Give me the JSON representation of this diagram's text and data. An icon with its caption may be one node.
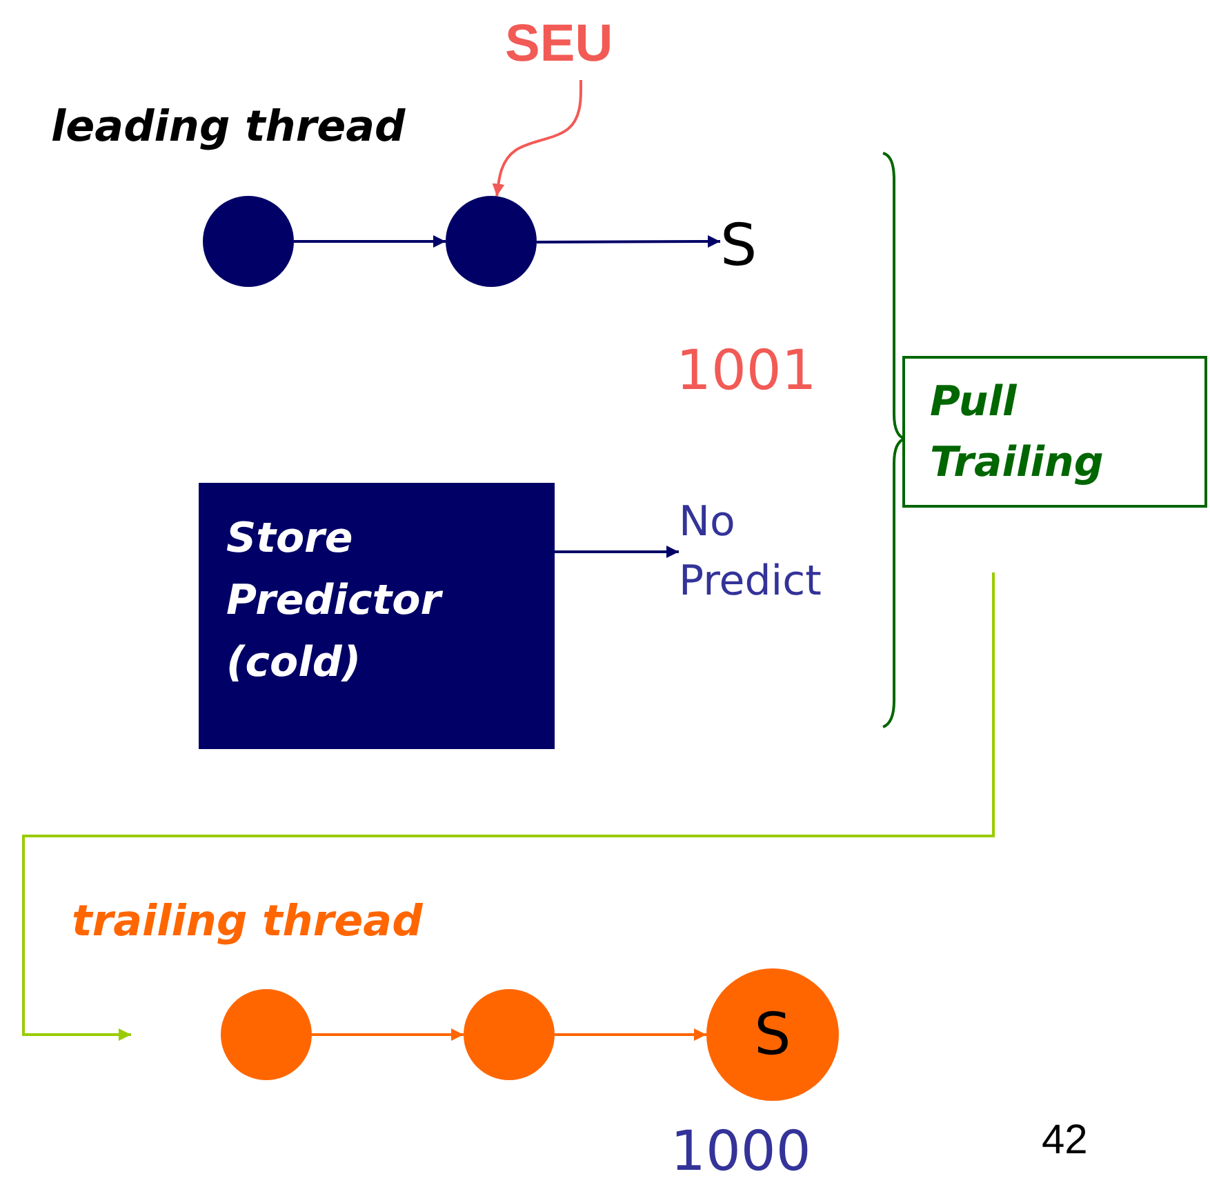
{
  "diagram": {
    "nodes": [
      {
        "text": [],
        "shape": "circle"
      },
      {
        "text": [],
        "shape": "circle"
      },
      {
        "text": [
          "S"
        ]
      },
      {
        "text": [
          "SEU"
        ]
      },
      {
        "text": [
          "Store Predictor (cold)"
        ]
      },
      {
        "text": [
          "No Predict"
        ]
      },
      {
        "text": [
          "Pull Trailing"
        ]
      },
      {
        "text": [],
        "shape": "circle"
      },
      {
        "text": [],
        "shape": "circle"
      },
      {
        "text": [
          "S"
        ]
      }
    ],
    "edges": [
      {
        "from": 0,
        "to": 1,
        "arrow": "to"
      },
      {
        "from": 1,
        "to": 2,
        "arrow": "to"
      },
      {
        "from": 3,
        "to": 1,
        "arrow": "to",
        "color": "#f25a55"
      },
      {
        "from": 4,
        "to": 5,
        "arrow": "to"
      },
      {
        "from": 6,
        "to": null,
        "arrow": "to",
        "color": "#99cc00"
      },
      {
        "from": 7,
        "to": 8,
        "arrow": "to",
        "color": "#ff6600"
      },
      {
        "from": 8,
        "to": 9,
        "arrow": "to",
        "color": "#ff6600"
      }
    ],
    "labels": [
      "leading thread",
      "1001",
      "trailing thread",
      "1000",
      "42"
    ]
  }
}
